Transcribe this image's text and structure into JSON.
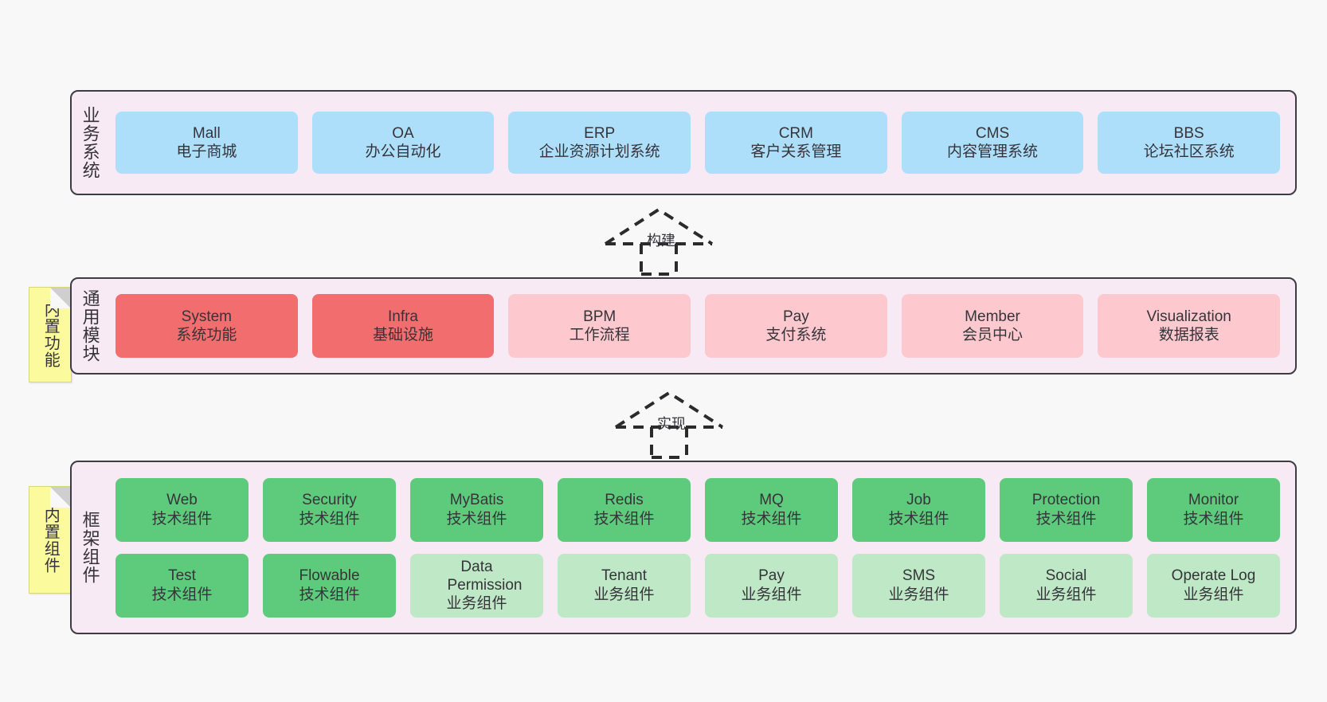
{
  "canvas": {
    "background": "#f8f8f8"
  },
  "palette": {
    "layer_bg": "#f8eaf4",
    "layer_border": "#3f3b45",
    "blue": "#addffb",
    "red_strong": "#f26d6d",
    "red_soft": "#fdc9ce",
    "green_strong": "#5ecb7c",
    "green_soft": "#bfe8c6",
    "sticky": "#fbfb9d",
    "text": "#36343b"
  },
  "layers": [
    {
      "id": "business-system",
      "title": "业务系统",
      "rows": [
        {
          "nodes": [
            {
              "name": "Mall",
              "sub": "电子商城",
              "color": "blue"
            },
            {
              "name": "OA",
              "sub": "办公自动化",
              "color": "blue"
            },
            {
              "name": "ERP",
              "sub": "企业资源计划系统",
              "color": "blue"
            },
            {
              "name": "CRM",
              "sub": "客户关系管理",
              "color": "blue"
            },
            {
              "name": "CMS",
              "sub": "内容管理系统",
              "color": "blue"
            },
            {
              "name": "BBS",
              "sub": "论坛社区系统",
              "color": "blue"
            }
          ]
        }
      ]
    },
    {
      "id": "common-module",
      "title": "通用模块",
      "sticky": "内置功能",
      "rows": [
        {
          "nodes": [
            {
              "name": "System",
              "sub": "系统功能",
              "color": "red-strong"
            },
            {
              "name": "Infra",
              "sub": "基础设施",
              "color": "red-strong"
            },
            {
              "name": "BPM",
              "sub": "工作流程",
              "color": "red-soft"
            },
            {
              "name": "Pay",
              "sub": "支付系统",
              "color": "red-soft"
            },
            {
              "name": "Member",
              "sub": "会员中心",
              "color": "red-soft"
            },
            {
              "name": "Visualization",
              "sub": "数据报表",
              "color": "red-soft"
            }
          ]
        }
      ]
    },
    {
      "id": "framework-component",
      "title": "框架组件",
      "sticky": "内置组件",
      "rows": [
        {
          "nodes": [
            {
              "name": "Web",
              "sub": "技术组件",
              "color": "green-strong"
            },
            {
              "name": "Security",
              "sub": "技术组件",
              "color": "green-strong"
            },
            {
              "name": "MyBatis",
              "sub": "技术组件",
              "color": "green-strong"
            },
            {
              "name": "Redis",
              "sub": "技术组件",
              "color": "green-strong"
            },
            {
              "name": "MQ",
              "sub": "技术组件",
              "color": "green-strong"
            },
            {
              "name": "Job",
              "sub": "技术组件",
              "color": "green-strong"
            },
            {
              "name": "Protection",
              "sub": "技术组件",
              "color": "green-strong"
            },
            {
              "name": "Monitor",
              "sub": "技术组件",
              "color": "green-strong"
            }
          ]
        },
        {
          "nodes": [
            {
              "name": "Test",
              "sub": "技术组件",
              "color": "green-strong"
            },
            {
              "name": "Flowable",
              "sub": "技术组件",
              "color": "green-strong"
            },
            {
              "name": "Data Permission",
              "sub": "业务组件",
              "color": "green-soft"
            },
            {
              "name": "Tenant",
              "sub": "业务组件",
              "color": "green-soft"
            },
            {
              "name": "Pay",
              "sub": "业务组件",
              "color": "green-soft"
            },
            {
              "name": "SMS",
              "sub": "业务组件",
              "color": "green-soft"
            },
            {
              "name": "Social",
              "sub": "业务组件",
              "color": "green-soft"
            },
            {
              "name": "Operate Log",
              "sub": "业务组件",
              "color": "green-soft"
            }
          ]
        }
      ]
    }
  ],
  "connectors": [
    {
      "id": "build",
      "label": "构建",
      "direction": "up",
      "style": "dashed-generalization"
    },
    {
      "id": "implement",
      "label": "实现",
      "direction": "up",
      "style": "dashed-generalization"
    }
  ]
}
